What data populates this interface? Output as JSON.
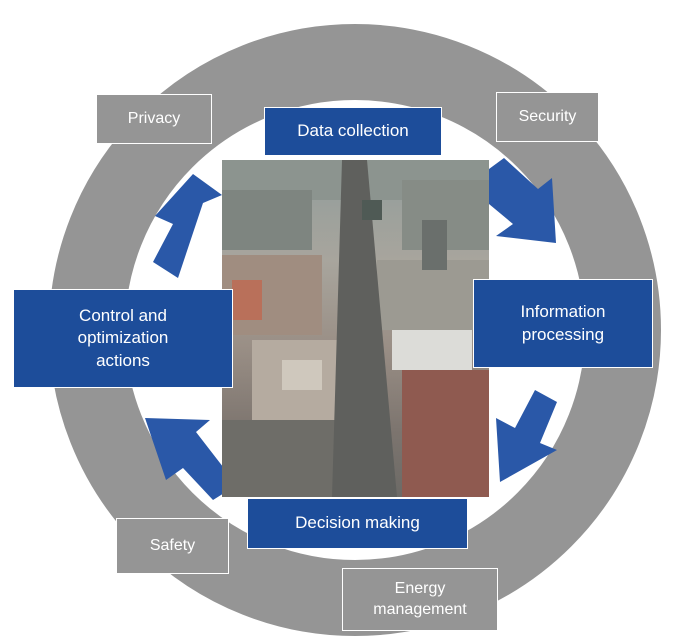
{
  "core_steps": {
    "data_collection": "Data collection",
    "information_processing": "Information\nprocessing",
    "decision_making": "Decision making",
    "control_actions": "Control and\noptimization\nactions"
  },
  "aspects": {
    "privacy": "Privacy",
    "security": "Security",
    "safety": "Safety",
    "energy_management": "Energy\nmanagement"
  },
  "colors": {
    "ring": "#959595",
    "step_box": "#1d4d9a",
    "arrow": "#2a58a8",
    "aspect_box": "#959595"
  },
  "center_image": "aerial-city-photo"
}
